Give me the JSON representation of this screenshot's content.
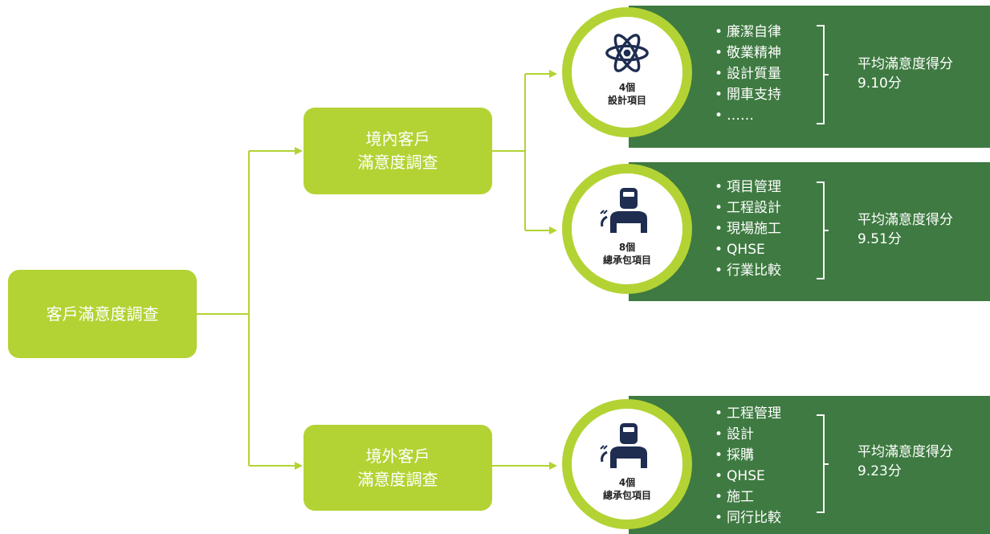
{
  "root": "客戶滿意度調查",
  "domestic": {
    "line1": "境內客戶",
    "line2": "滿意度調查"
  },
  "overseas": {
    "line1": "境外客戶",
    "line2": "滿意度調查"
  },
  "groups": [
    {
      "count": "4個",
      "type": "設計項目",
      "icon": "atom-icon",
      "items": [
        "廉潔自律",
        "敬業精神",
        "設計質量",
        "開車支持",
        "……"
      ],
      "score_label": "平均滿意度得分",
      "score": "9.10分"
    },
    {
      "count": "8個",
      "type": "總承包項目",
      "icon": "welder-icon",
      "items": [
        "項目管理",
        "工程設計",
        "現場施工",
        "QHSE",
        "行業比較"
      ],
      "score_label": "平均滿意度得分",
      "score": "9.51分"
    },
    {
      "count": "4個",
      "type": "總承包項目",
      "icon": "welder-icon",
      "items": [
        "工程管理",
        "設計",
        "採購",
        "QHSE",
        "施工",
        "同行比較"
      ],
      "score_label": "平均滿意度得分",
      "score": "9.23分"
    }
  ],
  "colors": {
    "lime": "#b3d334",
    "green": "#3e7a41",
    "navy": "#1e2d50"
  }
}
